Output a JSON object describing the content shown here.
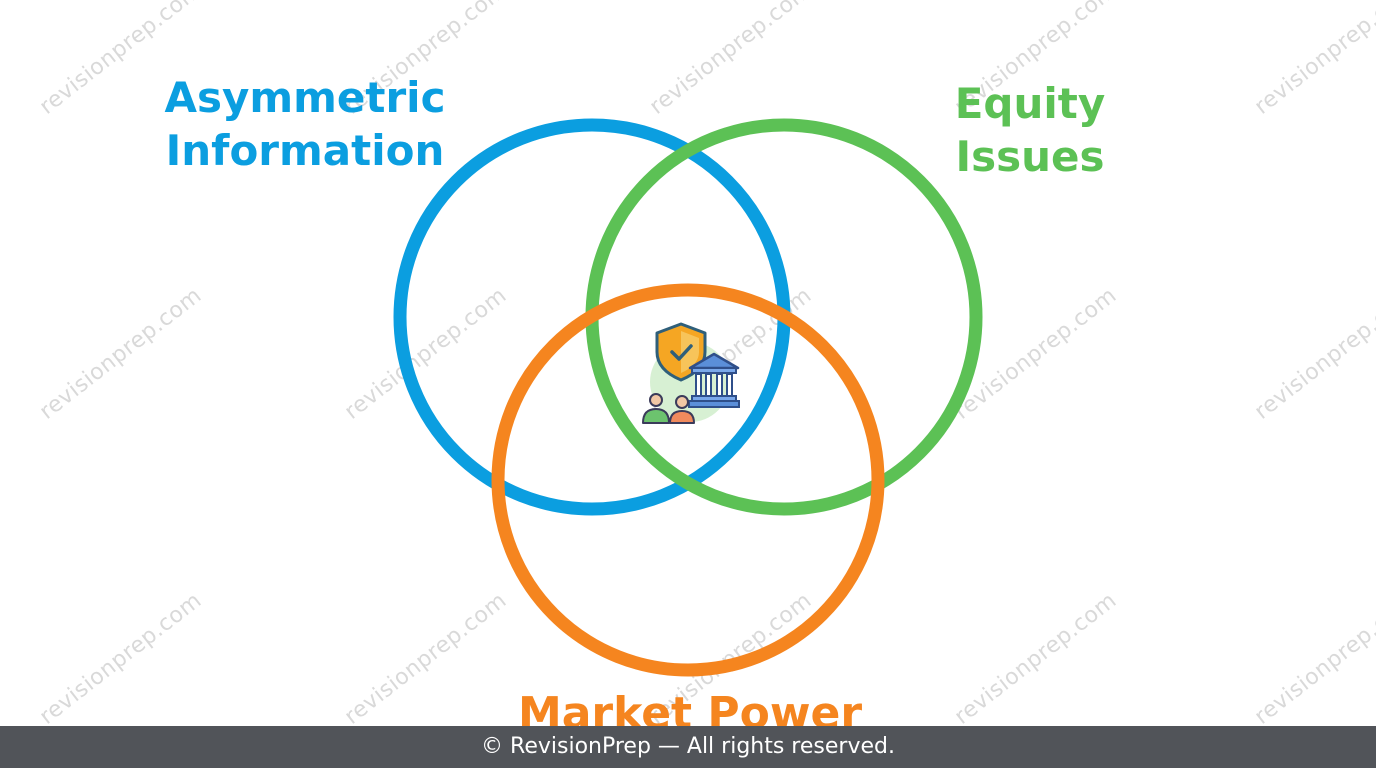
{
  "watermark": {
    "text": "revisionprep.com"
  },
  "labels": {
    "blue": [
      "Asymmetric",
      "Information"
    ],
    "green": [
      "Equity",
      "Issues"
    ],
    "orange": "Market Power"
  },
  "colors": {
    "blue": "#0b9ee0",
    "green": "#5cc155",
    "orange": "#f5851f",
    "footer_bg": "#515459",
    "watermark": "#d9d9d9"
  },
  "center_icon": {
    "name": "shield-bank-people-icon"
  },
  "footer": {
    "text": "© RevisionPrep — All rights reserved."
  }
}
